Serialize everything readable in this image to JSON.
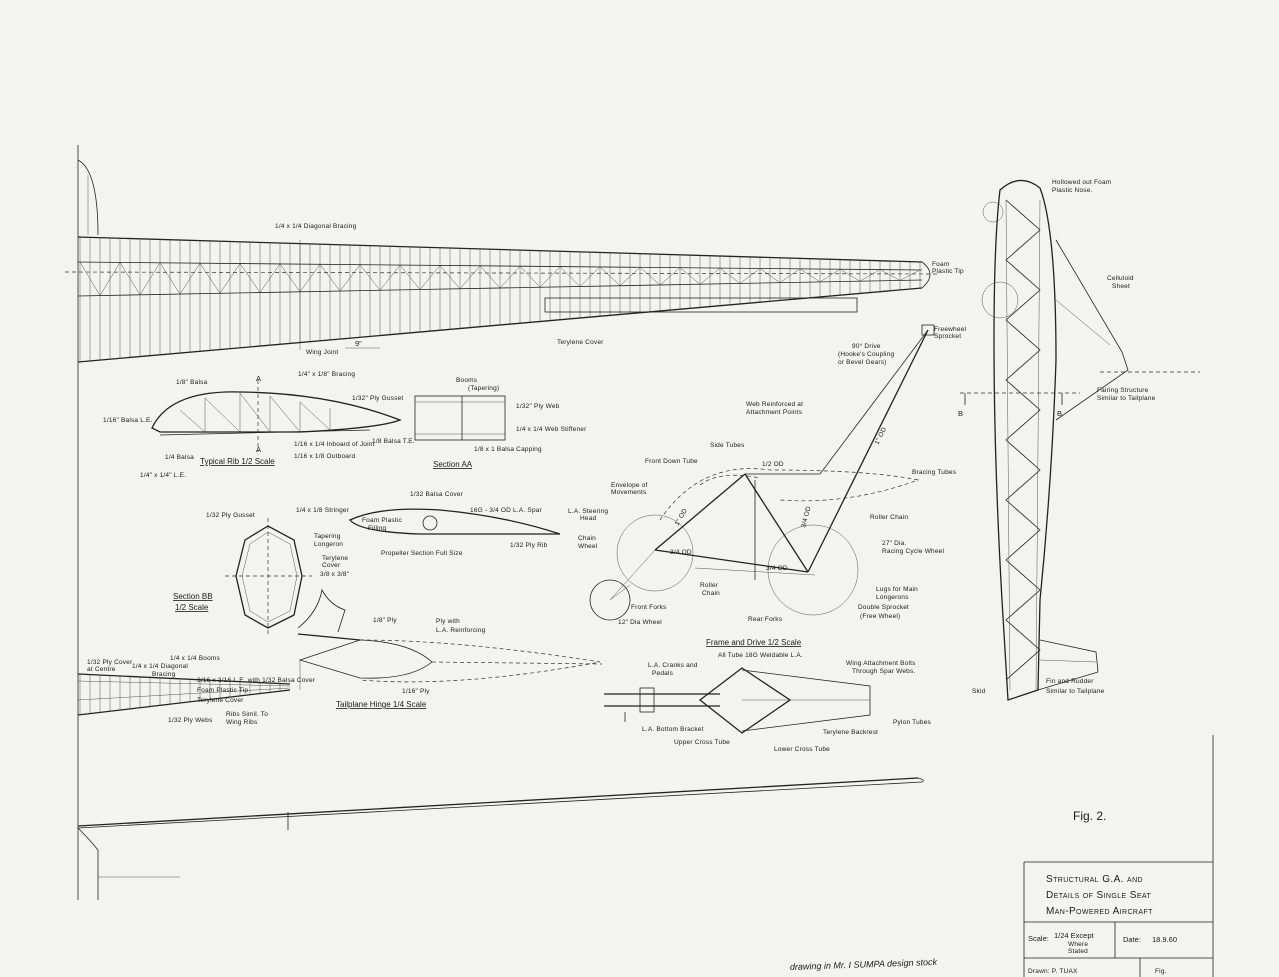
{
  "figure_label": "Fig. 2.",
  "title_block": {
    "title_line_1": "Structural G.A. and",
    "title_line_2": "Details of Single Seat",
    "title_line_3": "Man-Powered Aircraft",
    "scale_label": "Scale:",
    "scale_value": "1/24 Except",
    "scale_note_1": "Where",
    "scale_note_2": "Stated",
    "date_label": "Date:",
    "date_value": "18.9.60",
    "drawn_label": "Drawn: P. TUAX",
    "fig_abbrev": "Fig."
  },
  "handwritten_note": "drawing in Mr. I SUMPA design stock",
  "wing": {
    "diagonal_bracing": "1/4 x 1/4 Diagonal Bracing",
    "foam_tip_1": "Foam",
    "foam_tip_2": "Plastic Tip",
    "wing_joint": "Wing Joint",
    "joint_dim": "9\"",
    "terylene_cover": "Terylene Cover"
  },
  "rib": {
    "balsa_top": "1/8\" Balsa",
    "balsa_le": "1/16\" Balsa L.E.",
    "balsa_bottom": "1/4 Balsa",
    "le": "1/4\" x 1/4\" L.E.",
    "bracing": "1/4\" x 1/8\" Bracing",
    "ply_gusset": "1/32\" Ply Gusset",
    "inboard": "1/16 x 1/4 Inboard of Joint",
    "outboard": "1/16 x 1/8 Outboard",
    "balsa_te": "1/8 Balsa T.E.",
    "section_mark": "A",
    "caption": "Typical Rib 1/2 Scale"
  },
  "section_aa": {
    "booms_1": "Booms",
    "booms_2": "(Tapering)",
    "ply_web": "1/32\" Ply Web",
    "web_stiffener": "1/4 x 1/4 Web Stiffener",
    "capping": "1/8 x 1 Balsa Capping",
    "caption": "Section AA"
  },
  "section_bb": {
    "ply_gusset": "1/32 Ply Gusset",
    "stringer": "1/4 x 1/8 Stringer",
    "longeron_1": "Tapering",
    "longeron_2": "Longeron",
    "terylene_1": "Terylene",
    "terylene_2": "Cover",
    "size": "3/8 x 3/8\"",
    "caption_1": "Section BB",
    "caption_2": "1/2 Scale"
  },
  "propeller": {
    "balsa_cover": "1/32 Balsa Cover",
    "spar": "16G - 3/4 OD L.A. Spar",
    "foam_1": "Foam Plastic",
    "foam_2": "Filling",
    "ply_rib": "1/32 Ply Rib",
    "caption": "Propeller Section Full Size"
  },
  "tailplane": {
    "ply_top": "1/8\" Ply",
    "ply_reinforcing_1": "Ply with",
    "ply_reinforcing_2": "L.A. Reinforcing",
    "ply_bottom": "1/16\" Ply",
    "caption": "Tailplane Hinge 1/4 Scale"
  },
  "wing_tip_detail": {
    "ply_cover_1": "1/32 Ply Cover",
    "ply_cover_2": "at Centre",
    "diagonal_1": "1/4 x 1/4 Diagonal",
    "diagonal_2": "Bracing",
    "booms": "1/4 x 1/4 Booms",
    "le": "3/16 x 3/16 L.E. with 1/32 Balsa Cover",
    "foam_tip": "Foam Plastic Tip",
    "terylene": "Terylene Cover",
    "ply_webs": "1/32 Ply Webs",
    "ribs_1": "Ribs Simil. To",
    "ribs_2": "Wing Ribs"
  },
  "frame": {
    "drive": "90° Drive",
    "drive_2": "(Hooke's Coupling",
    "drive_3": "or Bevel Gears)",
    "freewheel_1": "Freewheel",
    "freewheel_2": "Sprocket",
    "web_1": "Web Reinforced at",
    "web_2": "Attachment Points",
    "side_tubes": "Side Tubes",
    "front_down_tube": "Front Down Tube",
    "envelope_1": "Envelope of",
    "envelope_2": "Movements",
    "bracing_tubes": "Bracing Tubes",
    "steering_1": "L.A. Steering",
    "steering_2": "Head",
    "chain_wheel_1": "Chain",
    "chain_wheel_2": "Wheel",
    "roller_chain_right": "Roller Chain",
    "racing_wheel_1": "27\" Dia.",
    "racing_wheel_2": "Racing Cycle Wheel",
    "lugs_1": "Lugs for Main",
    "lugs_2": "Longerons",
    "double_sprocket_1": "Double Sprocket",
    "double_sprocket_2": "(Free Wheel)",
    "roller_chain_1": "Roller",
    "roller_chain_2": "Chain",
    "rear_forks": "Rear Forks",
    "front_forks": "Front Forks",
    "front_wheel": "12\" Dia Wheel",
    "od_1": "1\" OD",
    "od_2": "3/4 OD",
    "od_3": "3/4 OD",
    "od_4": "3/4 OD",
    "od_5": "1/2 OD",
    "od_6": "1\" OD",
    "caption": "Frame and Drive 1/2 Scale",
    "subcaption": "All Tube 18G Weldable L.A."
  },
  "pylon": {
    "cranks_1": "L.A. Cranks and",
    "cranks_2": "Pedals",
    "bolts_1": "Wing Attachment Bolts",
    "bolts_2": "Through Spar Webs.",
    "bottom_bracket": "L.A. Bottom Bracket",
    "upper_cross": "Upper Cross Tube",
    "lower_cross": "Lower Cross Tube",
    "backrest": "Terylene Backrest",
    "pylon_tubes": "Pylon Tubes"
  },
  "fuselage": {
    "nose_1": "Hollowed out Foam",
    "nose_2": "Plastic Nose.",
    "celluloid_1": "Celluloid",
    "celluloid_2": "Sheet",
    "fairing_1": "Fairing Structure",
    "fairing_2": "Similar to Tailplane",
    "b_left": "B",
    "b_right": "B",
    "fin_1": "Fin and Rudder",
    "fin_2": "Similar to Tailplane",
    "skid": "Skid"
  }
}
